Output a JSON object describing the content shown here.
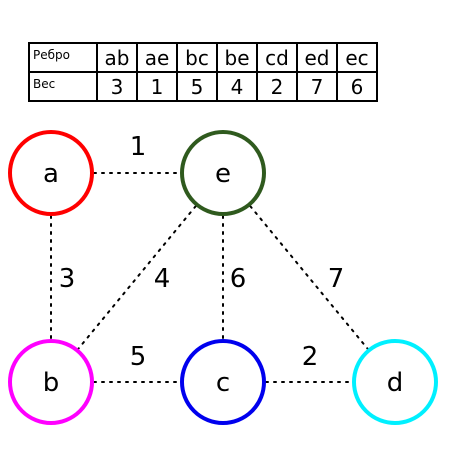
{
  "table": {
    "header_label": "Ребро",
    "value_label": "Вес",
    "edges": [
      "ab",
      "ae",
      "bc",
      "be",
      "cd",
      "ed",
      "ec"
    ],
    "weights": [
      "3",
      "1",
      "5",
      "4",
      "2",
      "7",
      "6"
    ]
  },
  "graph": {
    "nodes": [
      {
        "id": "a",
        "label": "a",
        "color": "#ff0000"
      },
      {
        "id": "e",
        "label": "e",
        "color": "#2f5a1e"
      },
      {
        "id": "b",
        "label": "b",
        "color": "#ff00ff"
      },
      {
        "id": "c",
        "label": "c",
        "color": "#0000ee"
      },
      {
        "id": "d",
        "label": "d",
        "color": "#00f0ff"
      }
    ],
    "edges": [
      {
        "from": "a",
        "to": "e",
        "weight": "1"
      },
      {
        "from": "a",
        "to": "b",
        "weight": "3"
      },
      {
        "from": "e",
        "to": "b",
        "weight": "4"
      },
      {
        "from": "e",
        "to": "c",
        "weight": "6"
      },
      {
        "from": "e",
        "to": "d",
        "weight": "7"
      },
      {
        "from": "b",
        "to": "c",
        "weight": "5"
      },
      {
        "from": "c",
        "to": "d",
        "weight": "2"
      }
    ]
  }
}
